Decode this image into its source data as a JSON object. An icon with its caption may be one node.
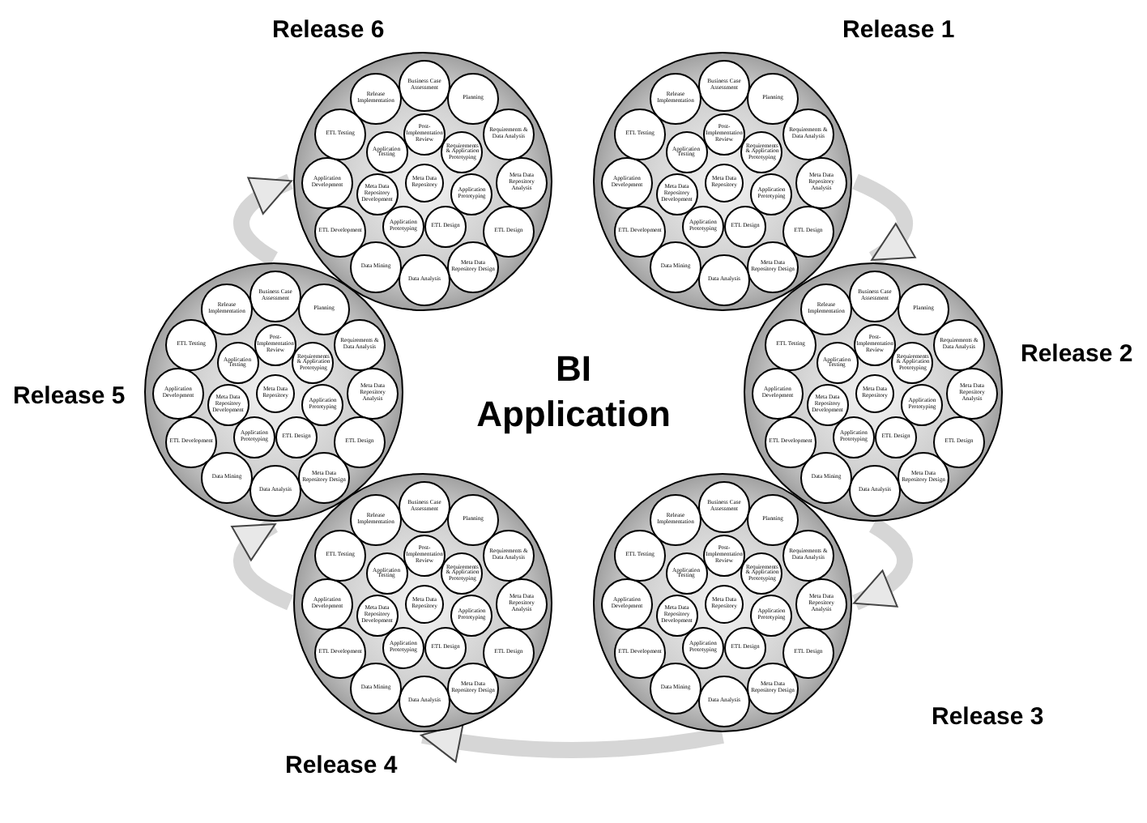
{
  "diagram": {
    "nodes": [
      {
        "text": [],
        "shape": "circle",
        "beside": [
          "Release 1"
        ]
      },
      {
        "text": [
          "Business Case Assessment"
        ],
        "in": 0
      },
      {
        "text": [
          "Planning"
        ],
        "in": 0
      },
      {
        "text": [
          "Requirements & Data Analysis"
        ],
        "in": 0
      },
      {
        "text": [
          "Meta Data Repository Analysis"
        ],
        "in": 0
      },
      {
        "text": [
          "ETL Design"
        ],
        "in": 0
      },
      {
        "text": [
          "Meta Data Repository Design"
        ],
        "in": 0
      },
      {
        "text": [
          "Data Analysis"
        ],
        "in": 0
      },
      {
        "text": [
          "Data Mining"
        ],
        "in": 0
      },
      {
        "text": [
          "ETL Development"
        ],
        "in": 0
      },
      {
        "text": [
          "Application Development"
        ],
        "in": 0
      },
      {
        "text": [
          "ETL Testing"
        ],
        "in": 0
      },
      {
        "text": [
          "Release Implementation"
        ],
        "in": 0
      },
      {
        "text": [
          "Post-Implementation Review"
        ],
        "in": 0
      },
      {
        "text": [
          "Requirements & Application Prototyping"
        ],
        "in": 0
      },
      {
        "text": [
          "Application Prototyping"
        ],
        "in": 0
      },
      {
        "text": [
          "ETL Design"
        ],
        "in": 0
      },
      {
        "text": [
          "Application Prototyping"
        ],
        "in": 0
      },
      {
        "text": [
          "Meta Data Repository Development"
        ],
        "in": 0
      },
      {
        "text": [
          "Application Testing"
        ],
        "in": 0
      },
      {
        "text": [
          "Meta Data Repository"
        ],
        "in": 0
      },
      {
        "text": [],
        "shape": "circle",
        "beside": [
          "Release 2"
        ]
      },
      {
        "text": [
          "Business Case Assessment"
        ],
        "in": 21
      },
      {
        "text": [
          "Planning"
        ],
        "in": 21
      },
      {
        "text": [
          "Requirements & Data Analysis"
        ],
        "in": 21
      },
      {
        "text": [
          "Meta Data Repository Analysis"
        ],
        "in": 21
      },
      {
        "text": [
          "ETL Design"
        ],
        "in": 21
      },
      {
        "text": [
          "Meta Data Repository Design"
        ],
        "in": 21
      },
      {
        "text": [
          "Data Analysis"
        ],
        "in": 21
      },
      {
        "text": [
          "Data Mining"
        ],
        "in": 21
      },
      {
        "text": [
          "ETL Development"
        ],
        "in": 21
      },
      {
        "text": [
          "Application Development"
        ],
        "in": 21
      },
      {
        "text": [
          "ETL Testing"
        ],
        "in": 21
      },
      {
        "text": [
          "Release Implementation"
        ],
        "in": 21
      },
      {
        "text": [
          "Post-Implementation Review"
        ],
        "in": 21
      },
      {
        "text": [
          "Requirements & Application Prototyping"
        ],
        "in": 21
      },
      {
        "text": [
          "Application Prototyping"
        ],
        "in": 21
      },
      {
        "text": [
          "ETL Design"
        ],
        "in": 21
      },
      {
        "text": [
          "Application Prototyping"
        ],
        "in": 21
      },
      {
        "text": [
          "Meta Data Repository Development"
        ],
        "in": 21
      },
      {
        "text": [
          "Application Testing"
        ],
        "in": 21
      },
      {
        "text": [
          "Meta Data Repository"
        ],
        "in": 21
      },
      {
        "text": [],
        "shape": "circle",
        "beside": [
          "Release 3"
        ]
      },
      {
        "text": [
          "Business Case Assessment"
        ],
        "in": 42
      },
      {
        "text": [
          "Planning"
        ],
        "in": 42
      },
      {
        "text": [
          "Requirements & Data Analysis"
        ],
        "in": 42
      },
      {
        "text": [
          "Meta Data Repository Analysis"
        ],
        "in": 42
      },
      {
        "text": [
          "ETL Design"
        ],
        "in": 42
      },
      {
        "text": [
          "Meta Data Repository Design"
        ],
        "in": 42
      },
      {
        "text": [
          "Data Analysis"
        ],
        "in": 42
      },
      {
        "text": [
          "Data Mining"
        ],
        "in": 42
      },
      {
        "text": [
          "ETL Development"
        ],
        "in": 42
      },
      {
        "text": [
          "Application Development"
        ],
        "in": 42
      },
      {
        "text": [
          "ETL Testing"
        ],
        "in": 42
      },
      {
        "text": [
          "Release Implementation"
        ],
        "in": 42
      },
      {
        "text": [
          "Post-Implementation Review"
        ],
        "in": 42
      },
      {
        "text": [
          "Requirements & Application Prototyping"
        ],
        "in": 42
      },
      {
        "text": [
          "Application Prototyping"
        ],
        "in": 42
      },
      {
        "text": [
          "ETL Design"
        ],
        "in": 42
      },
      {
        "text": [
          "Application Prototyping"
        ],
        "in": 42
      },
      {
        "text": [
          "Meta Data Repository Development"
        ],
        "in": 42
      },
      {
        "text": [
          "Application Testing"
        ],
        "in": 42
      },
      {
        "text": [
          "Meta Data Repository"
        ],
        "in": 42
      },
      {
        "text": [],
        "shape": "circle",
        "beside": [
          "Release 4"
        ]
      },
      {
        "text": [
          "Business Case Assessment"
        ],
        "in": 63
      },
      {
        "text": [
          "Planning"
        ],
        "in": 63
      },
      {
        "text": [
          "Requirements & Data Analysis"
        ],
        "in": 63
      },
      {
        "text": [
          "Meta Data Repository Analysis"
        ],
        "in": 63
      },
      {
        "text": [
          "ETL Design"
        ],
        "in": 63
      },
      {
        "text": [
          "Meta Data Repository Design"
        ],
        "in": 63
      },
      {
        "text": [
          "Data Analysis"
        ],
        "in": 63
      },
      {
        "text": [
          "Data Mining"
        ],
        "in": 63
      },
      {
        "text": [
          "ETL Development"
        ],
        "in": 63
      },
      {
        "text": [
          "Application Development"
        ],
        "in": 63
      },
      {
        "text": [
          "ETL Testing"
        ],
        "in": 63
      },
      {
        "text": [
          "Release Implementation"
        ],
        "in": 63
      },
      {
        "text": [
          "Post-Implementation Review"
        ],
        "in": 63
      },
      {
        "text": [
          "Requirements & Application Prototyping"
        ],
        "in": 63
      },
      {
        "text": [
          "Application Prototyping"
        ],
        "in": 63
      },
      {
        "text": [
          "ETL Design"
        ],
        "in": 63
      },
      {
        "text": [
          "Application Prototyping"
        ],
        "in": 63
      },
      {
        "text": [
          "Meta Data Repository Development"
        ],
        "in": 63
      },
      {
        "text": [
          "Application Testing"
        ],
        "in": 63
      },
      {
        "text": [
          "Meta Data Repository"
        ],
        "in": 63
      },
      {
        "text": [],
        "shape": "circle",
        "beside": [
          "Release 5"
        ]
      },
      {
        "text": [
          "Business Case Assessment"
        ],
        "in": 84
      },
      {
        "text": [
          "Planning"
        ],
        "in": 84
      },
      {
        "text": [
          "Requirements & Data Analysis"
        ],
        "in": 84
      },
      {
        "text": [
          "Meta Data Repository Analysis"
        ],
        "in": 84
      },
      {
        "text": [
          "ETL Design"
        ],
        "in": 84
      },
      {
        "text": [
          "Meta Data Repository Design"
        ],
        "in": 84
      },
      {
        "text": [
          "Data Analysis"
        ],
        "in": 84
      },
      {
        "text": [
          "Data Mining"
        ],
        "in": 84
      },
      {
        "text": [
          "ETL Development"
        ],
        "in": 84
      },
      {
        "text": [
          "Application Development"
        ],
        "in": 84
      },
      {
        "text": [
          "ETL Testing"
        ],
        "in": 84
      },
      {
        "text": [
          "Release Implementation"
        ],
        "in": 84
      },
      {
        "text": [
          "Post-Implementation Review"
        ],
        "in": 84
      },
      {
        "text": [
          "Requirements & Application Prototyping"
        ],
        "in": 84
      },
      {
        "text": [
          "Application Prototyping"
        ],
        "in": 84
      },
      {
        "text": [
          "ETL Design"
        ],
        "in": 84
      },
      {
        "text": [
          "Application Prototyping"
        ],
        "in": 84
      },
      {
        "text": [
          "Meta Data Repository Development"
        ],
        "in": 84
      },
      {
        "text": [
          "Application Testing"
        ],
        "in": 84
      },
      {
        "text": [
          "Meta Data Repository"
        ],
        "in": 84
      },
      {
        "text": [],
        "shape": "circle",
        "beside": [
          "Release 6"
        ]
      },
      {
        "text": [
          "Business Case Assessment"
        ],
        "in": 105
      },
      {
        "text": [
          "Planning"
        ],
        "in": 105
      },
      {
        "text": [
          "Requirements & Data Analysis"
        ],
        "in": 105
      },
      {
        "text": [
          "Meta Data Repository Analysis"
        ],
        "in": 105
      },
      {
        "text": [
          "ETL Design"
        ],
        "in": 105
      },
      {
        "text": [
          "Meta Data Repository Design"
        ],
        "in": 105
      },
      {
        "text": [
          "Data Analysis"
        ],
        "in": 105
      },
      {
        "text": [
          "Data Mining"
        ],
        "in": 105
      },
      {
        "text": [
          "ETL Development"
        ],
        "in": 105
      },
      {
        "text": [
          "Application Development"
        ],
        "in": 105
      },
      {
        "text": [
          "ETL Testing"
        ],
        "in": 105
      },
      {
        "text": [
          "Release Implementation"
        ],
        "in": 105
      },
      {
        "text": [
          "Post-Implementation Review"
        ],
        "in": 105
      },
      {
        "text": [
          "Requirements & Application Prototyping"
        ],
        "in": 105
      },
      {
        "text": [
          "Application Prototyping"
        ],
        "in": 105
      },
      {
        "text": [
          "ETL Design"
        ],
        "in": 105
      },
      {
        "text": [
          "Application Prototyping"
        ],
        "in": 105
      },
      {
        "text": [
          "Meta Data Repository Development"
        ],
        "in": 105
      },
      {
        "text": [
          "Application Testing"
        ],
        "in": 105
      },
      {
        "text": [
          "Meta Data Repository"
        ],
        "in": 105
      }
    ],
    "edges": [
      {
        "from": 0,
        "to": 21,
        "arrow": "to"
      },
      {
        "from": 21,
        "to": 42,
        "arrow": "to"
      },
      {
        "from": 42,
        "to": 63,
        "arrow": "to"
      },
      {
        "from": 63,
        "to": 84,
        "arrow": "to"
      },
      {
        "from": 84,
        "to": 105,
        "arrow": "to"
      }
    ],
    "labels": [
      "BI Application"
    ]
  }
}
